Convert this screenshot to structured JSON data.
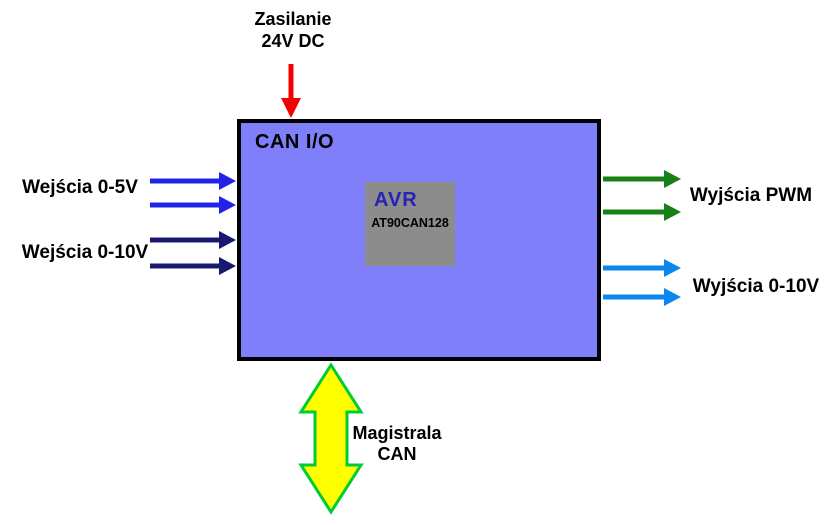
{
  "colors": {
    "background": "#ffffff",
    "module_fill": "#7f7ff9",
    "module_border": "#000000",
    "mcu_fill": "#8c8c8c",
    "mcu_title_text": "#2323b4",
    "power_arrow": "#f40000",
    "input_0_5v_arrows": "#2323e8",
    "input_0_10v_arrows": "#191970",
    "output_pwm_arrows": "#178117",
    "output_0_10v_arrows": "#0e86f0",
    "can_bus_fill": "#ffff00",
    "can_bus_outline": "#00cc33"
  },
  "power": {
    "label_line1": "Zasilanie",
    "label_line2": "24V DC"
  },
  "module": {
    "title": "CAN I/O"
  },
  "mcu": {
    "title": "AVR",
    "part_number": "AT90CAN128"
  },
  "inputs": [
    {
      "label": "Wejścia 0-5V",
      "arrow_count": 2
    },
    {
      "label": "Wejścia 0-10V",
      "arrow_count": 2
    }
  ],
  "outputs": [
    {
      "label": "Wyjścia PWM",
      "arrow_count": 2
    },
    {
      "label": "Wyjścia 0-10V",
      "arrow_count": 2
    }
  ],
  "can_bus": {
    "label_line1": "Magistrala",
    "label_line2": "CAN"
  }
}
